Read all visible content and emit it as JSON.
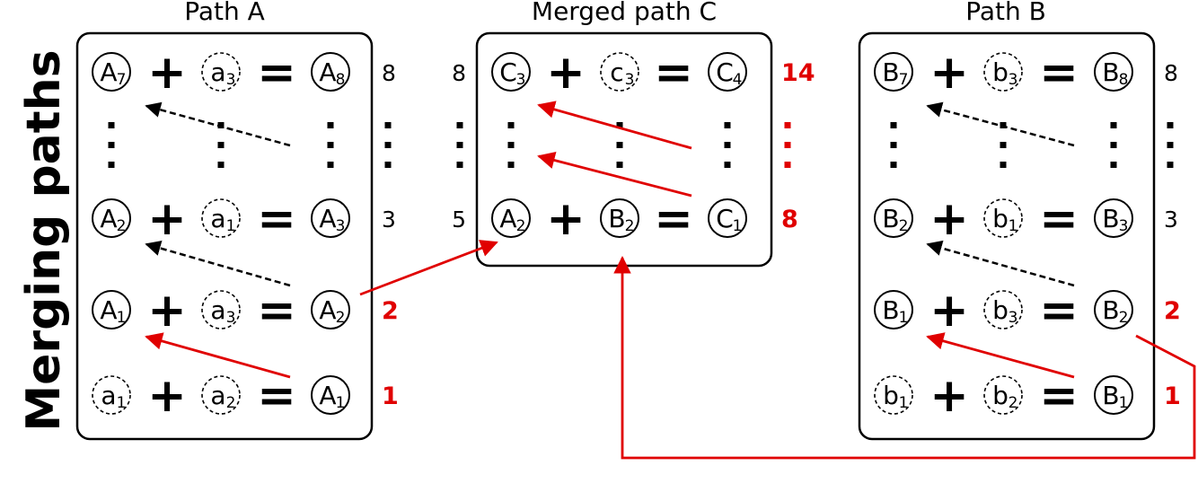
{
  "side_label": "Merging paths",
  "panels": {
    "a": {
      "title": "Path A",
      "rows": [
        {
          "cells": [
            {
              "l": "A",
              "s": "7"
            },
            {
              "l": "a",
              "s": "3"
            },
            {
              "l": "A",
              "s": "8"
            }
          ]
        },
        {
          "cells": [
            {
              "l": "A",
              "s": "2"
            },
            {
              "l": "a",
              "s": "1"
            },
            {
              "l": "A",
              "s": "3"
            }
          ]
        },
        {
          "cells": [
            {
              "l": "A",
              "s": "1"
            },
            {
              "l": "a",
              "s": "3"
            },
            {
              "l": "A",
              "s": "2"
            }
          ]
        },
        {
          "cells": [
            {
              "l": "a",
              "s": "1"
            },
            {
              "l": "a",
              "s": "2"
            },
            {
              "l": "A",
              "s": "1"
            }
          ]
        }
      ],
      "right_numbers": [
        "8",
        "3",
        "2",
        "1"
      ]
    },
    "c": {
      "title": "Merged path C",
      "rows": [
        {
          "cells": [
            {
              "l": "C",
              "s": "3"
            },
            {
              "l": "c",
              "s": "3"
            },
            {
              "l": "C",
              "s": "4"
            }
          ]
        },
        {
          "cells": [
            {
              "l": "A",
              "s": "2"
            },
            {
              "l": "B",
              "s": "2"
            },
            {
              "l": "C",
              "s": "1"
            }
          ]
        }
      ],
      "left_numbers": [
        "8",
        "5"
      ],
      "right_numbers": [
        "14",
        "8"
      ]
    },
    "b": {
      "title": "Path B",
      "rows": [
        {
          "cells": [
            {
              "l": "B",
              "s": "7"
            },
            {
              "l": "b",
              "s": "3"
            },
            {
              "l": "B",
              "s": "8"
            }
          ]
        },
        {
          "cells": [
            {
              "l": "B",
              "s": "2"
            },
            {
              "l": "b",
              "s": "1"
            },
            {
              "l": "B",
              "s": "3"
            }
          ]
        },
        {
          "cells": [
            {
              "l": "B",
              "s": "1"
            },
            {
              "l": "b",
              "s": "3"
            },
            {
              "l": "B",
              "s": "2"
            }
          ]
        },
        {
          "cells": [
            {
              "l": "b",
              "s": "1"
            },
            {
              "l": "b",
              "s": "2"
            },
            {
              "l": "B",
              "s": "1"
            }
          ]
        }
      ],
      "right_numbers": [
        "8",
        "3",
        "2",
        "1"
      ]
    }
  },
  "colors": {
    "highlight": "#e00000",
    "ink": "#000000"
  }
}
